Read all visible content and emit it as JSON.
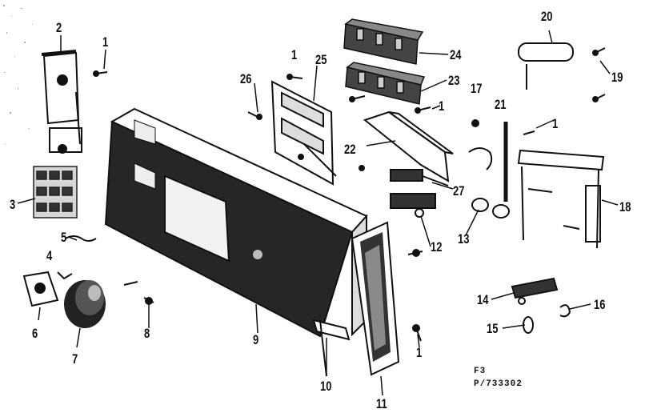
{
  "diagram": {
    "colors": {
      "ink": "#111111",
      "paper": "#ffffff",
      "shade": "#3a3a3a"
    },
    "labels": [
      "2",
      "1",
      "3",
      "5",
      "4",
      "6",
      "7",
      "8",
      "9",
      "10",
      "11",
      "26",
      "1",
      "25",
      "24",
      "23",
      "17",
      "1",
      "22",
      "20",
      "19",
      "21",
      "1",
      "27",
      "12",
      "13",
      "18",
      "14",
      "16",
      "15",
      "1",
      "1"
    ],
    "footer": {
      "line1": "F3",
      "line2": "P/733302"
    }
  }
}
